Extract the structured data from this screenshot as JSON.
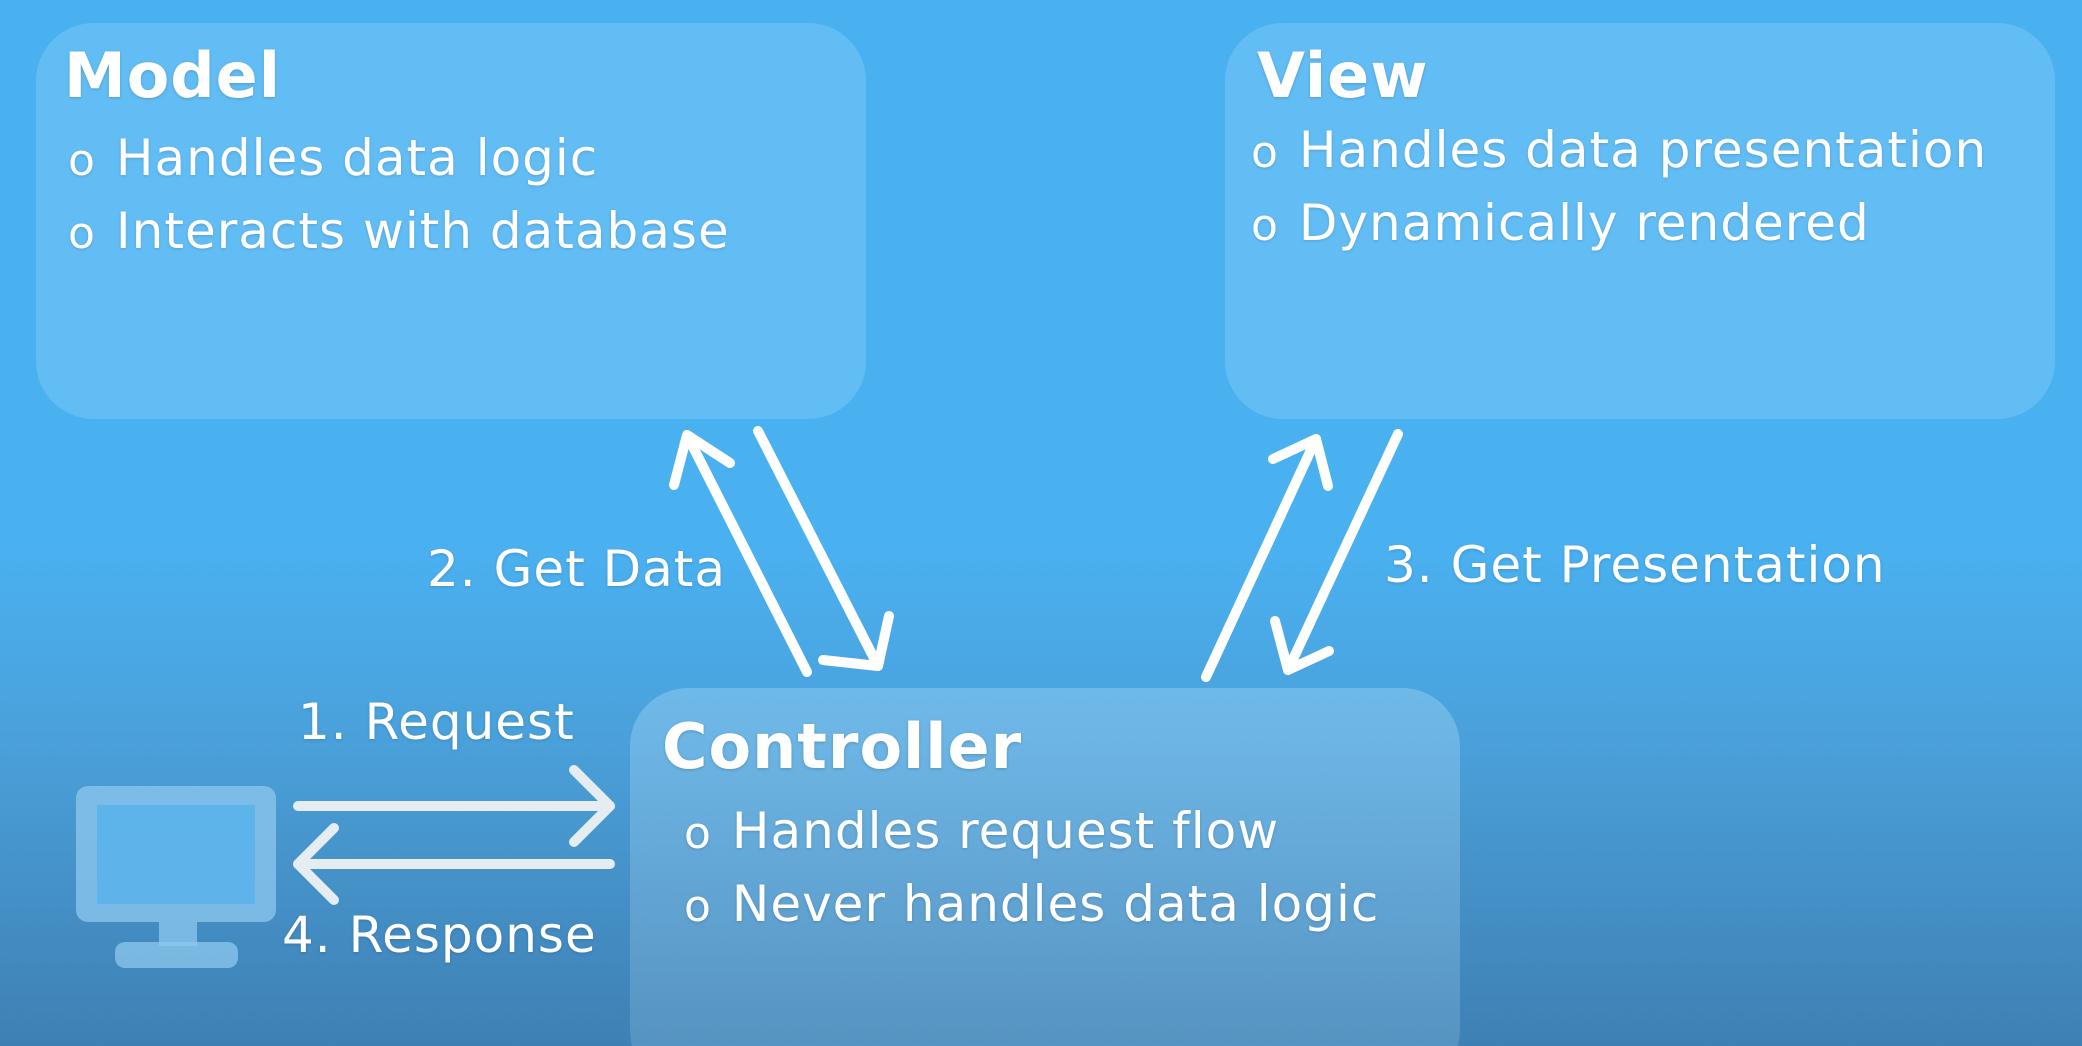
{
  "model": {
    "title": "Model",
    "bullets": [
      "Handles data logic",
      "Interacts with database"
    ]
  },
  "view": {
    "title": "View",
    "bullets": [
      "Handles data presentation",
      "Dynamically rendered"
    ]
  },
  "controller": {
    "title": "Controller",
    "bullets": [
      "Handles request flow",
      "Never handles data logic"
    ]
  },
  "bullet_marker": "o",
  "arrow_labels": {
    "get_data": "2. Get Data",
    "get_presentation": "3. Get Presentation",
    "request": "1. Request",
    "response": "4. Response"
  },
  "icons": {
    "client": "computer-monitor-icon"
  },
  "colors": {
    "background": "#4ab1f1",
    "box_fill": "#a0dcff",
    "arrow": "#ffffff",
    "arrow_faded": "#e6edf2"
  }
}
